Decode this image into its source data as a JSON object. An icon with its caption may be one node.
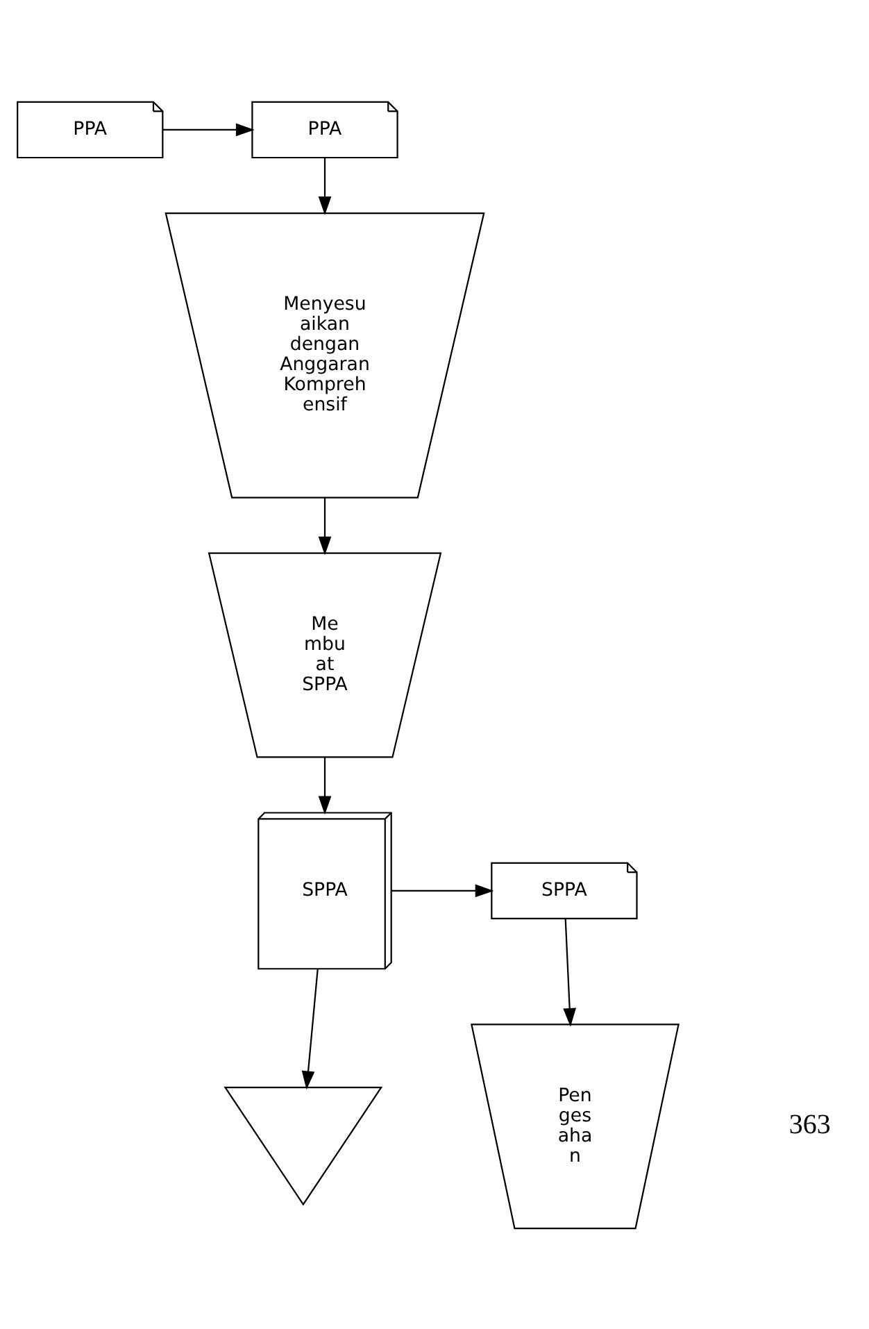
{
  "diagram": {
    "nodes": [
      {
        "text": [
          "PPA"
        ]
      },
      {
        "text": [
          "PPA"
        ]
      },
      {
        "text": [
          "Menyesu aikan dengan Anggaran Kompreh ensif"
        ]
      },
      {
        "text": [
          "Me mbu at SPPA"
        ]
      },
      {
        "text": [
          "SPPA"
        ]
      },
      {
        "text": [
          "SPPA"
        ]
      },
      {
        "text": [
          "Pen ges aha n"
        ]
      },
      {
        "text": [],
        "shape": "triangle"
      }
    ],
    "edges": [
      {
        "from": 0,
        "to": 1,
        "arrow": "to"
      },
      {
        "from": 1,
        "to": 2,
        "arrow": "to"
      },
      {
        "from": 2,
        "to": 3,
        "arrow": "to"
      },
      {
        "from": 3,
        "to": 4,
        "arrow": "to"
      },
      {
        "from": 4,
        "to": 5,
        "arrow": "to"
      },
      {
        "from": 4,
        "to": 7,
        "arrow": "to"
      },
      {
        "from": 5,
        "to": 6,
        "arrow": "to"
      }
    ],
    "labels": [
      "363"
    ]
  }
}
